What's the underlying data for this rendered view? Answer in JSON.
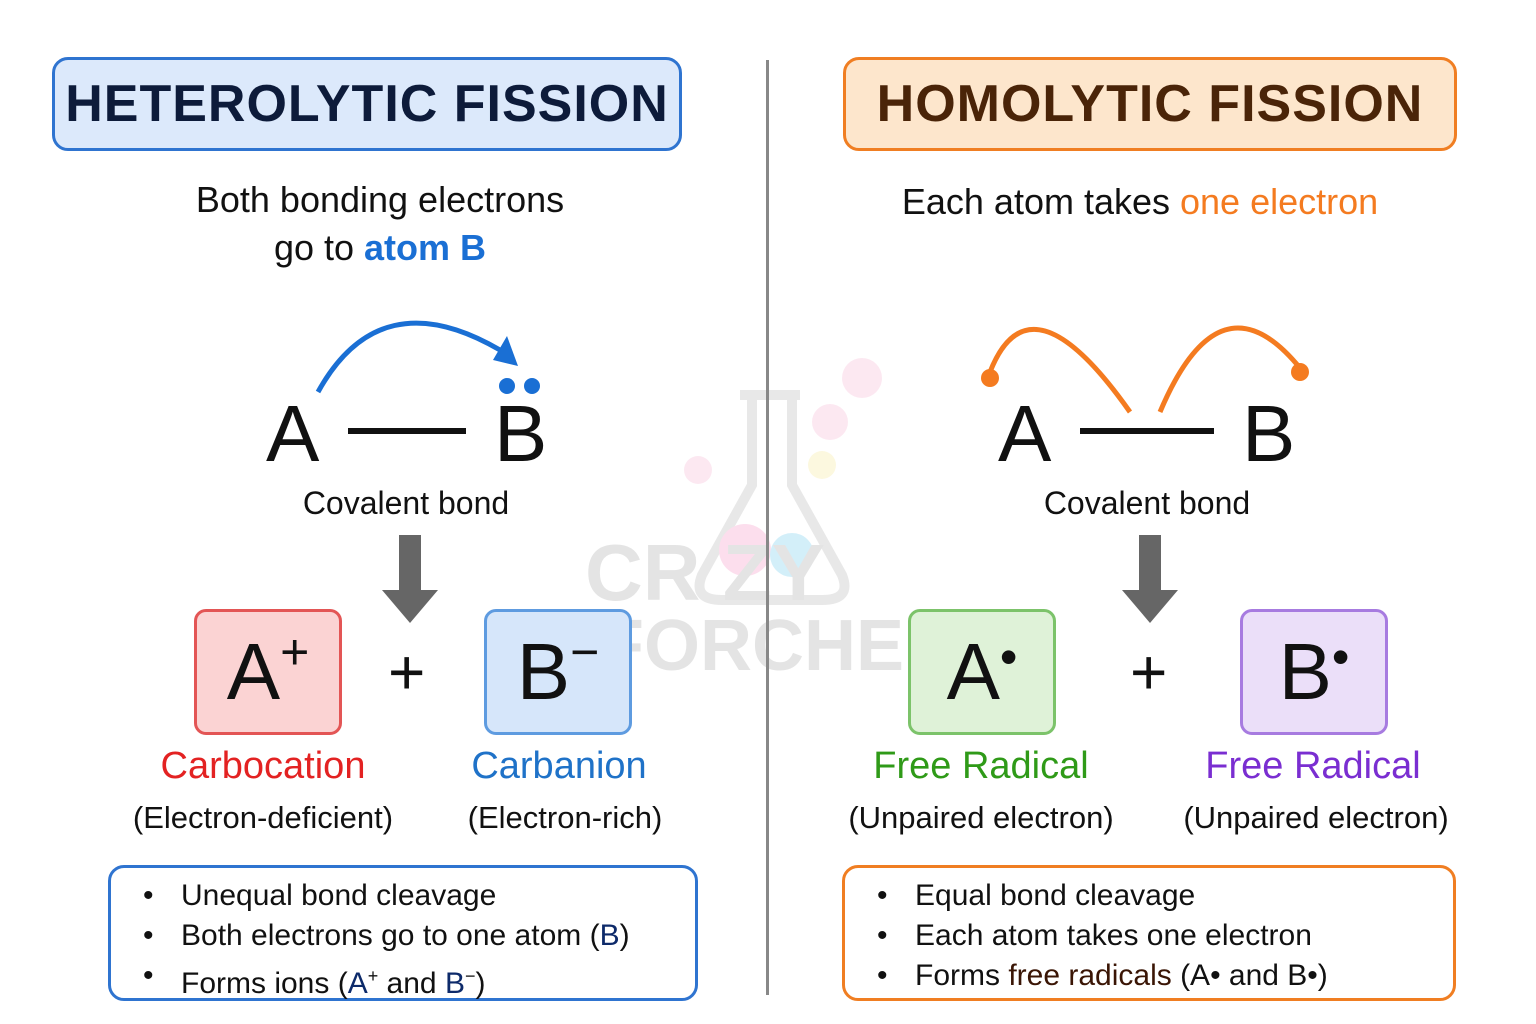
{
  "left": {
    "title": "HETEROLYTIC FISSION",
    "subtitle_line1": "Both bonding electrons",
    "subtitle_line2_prefix": "go to ",
    "subtitle_line2_highlight": "atom B",
    "atom_a": "A",
    "atom_b": "B",
    "bond_label": "Covalent bond",
    "product1": {
      "symbol": "A",
      "sup": "+",
      "name": "Carbocation",
      "desc": "(Electron-deficient)"
    },
    "plus": "+",
    "product2": {
      "symbol": "B",
      "sup": "−",
      "name": "Carbanion",
      "desc": "(Electron-rich)"
    },
    "summary": {
      "item1": "Unequal bond cleavage",
      "item2_prefix": "Both electrons go to one atom (",
      "item2_highlight": "B",
      "item2_suffix": ")",
      "item3_prefix": "Forms ions (",
      "item3_a": "A",
      "item3_a_sup": "+",
      "item3_mid": " and ",
      "item3_b": "B",
      "item3_b_sup": "−",
      "item3_suffix": ")"
    }
  },
  "right": {
    "title": "HOMOLYTIC FISSION",
    "subtitle_prefix": "Each atom takes ",
    "subtitle_highlight": "one electron",
    "atom_a": "A",
    "atom_b": "B",
    "bond_label": "Covalent bond",
    "product1": {
      "symbol": "A",
      "dot": "•",
      "name": "Free Radical",
      "desc": "(Unpaired electron)"
    },
    "plus": "+",
    "product2": {
      "symbol": "B",
      "dot": "•",
      "name": "Free Radical",
      "desc": "(Unpaired electron)"
    },
    "summary": {
      "item1": "Equal bond cleavage",
      "item2": "Each atom takes one electron",
      "item3_prefix": "Forms ",
      "item3_highlight": "free radicals",
      "item3_suffix": " (A• and B•)"
    }
  },
  "watermark": {
    "line1": "CRAZY",
    "line2": "FORCHEM"
  },
  "colors": {
    "heterolytic_accent": "#1a6fd4",
    "homolytic_accent": "#f47b20",
    "carbocation": "#e32222",
    "carbanion": "#1f72c8",
    "radical_a": "#2f9a18",
    "radical_b": "#7a2ed1"
  }
}
